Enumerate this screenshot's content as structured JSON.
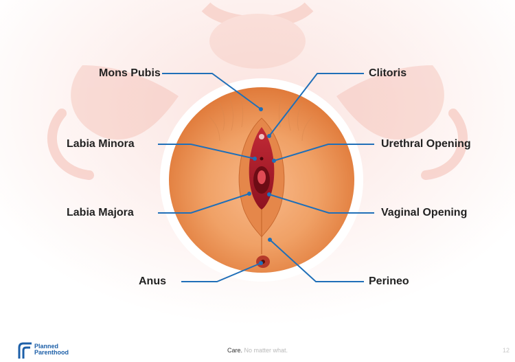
{
  "labels": {
    "mons_pubis": "Mons Pubis",
    "clitoris": "Clitoris",
    "labia_minora": "Labia Minora",
    "urethral_opening": "Urethral Opening",
    "labia_majora": "Labia Majora",
    "vaginal_opening": "Vaginal Opening",
    "anus": "Anus",
    "perineo": "Perineo"
  },
  "footer": {
    "brand_line1": "Planned",
    "brand_line2": "Parenthood",
    "tagline_strong": "Care.",
    "tagline_rest": "No matter what.",
    "page_number": "12"
  },
  "colors": {
    "leader_line": "#1f6fb8",
    "brand_blue": "#1c5fa8",
    "skin_light": "#fbd9b3",
    "skin_dark": "#e27a3a"
  },
  "icons": [
    "planned-parenthood-logo-icon"
  ]
}
